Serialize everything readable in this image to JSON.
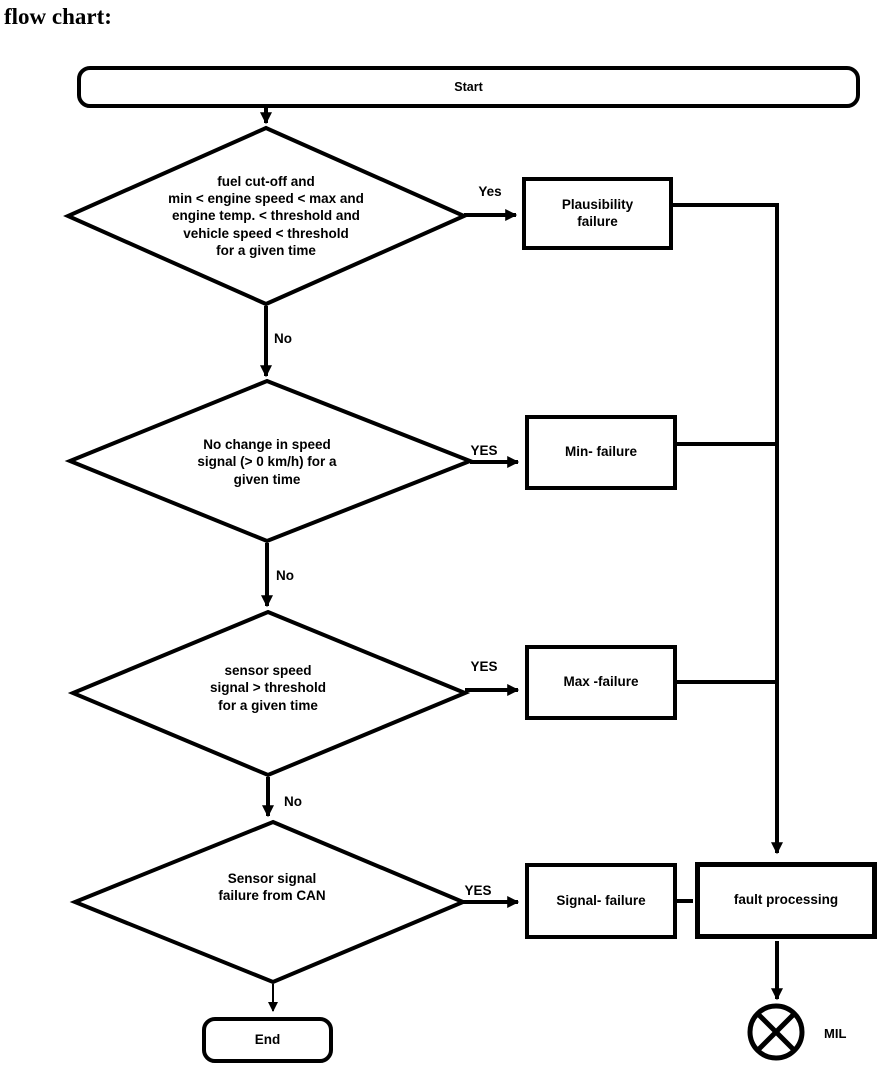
{
  "title": "flow chart:",
  "colors": {
    "line": "#000000",
    "background": "#ffffff",
    "text": "#000000"
  },
  "flowchart": {
    "start": "Start",
    "end": "End",
    "mil_label": "MIL",
    "decisions": {
      "plausibility_check": "fuel cut-off and\nmin < engine speed < max and\nengine temp. < threshold and\nvehicle speed < threshold\nfor a given time",
      "stuck_signal_check": "No change in speed\nsignal (> 0 km/h) for a\ngiven time",
      "max_check": "sensor speed\nsignal > threshold\nfor a given time",
      "can_signal_check": "Sensor signal\nfailure from CAN"
    },
    "outcomes": {
      "plausibility_failure": "Plausibility\nfailure",
      "min_failure": "Min- failure",
      "max_failure": "Max -failure",
      "signal_failure": "Signal- failure",
      "fault_processing": "fault processing"
    },
    "branch_labels": {
      "d1_yes": "Yes",
      "d1_no": "No",
      "d2_yes": "YES",
      "d2_no": "No",
      "d3_yes": "YES",
      "d3_no": "No",
      "d4_yes": "YES"
    }
  }
}
